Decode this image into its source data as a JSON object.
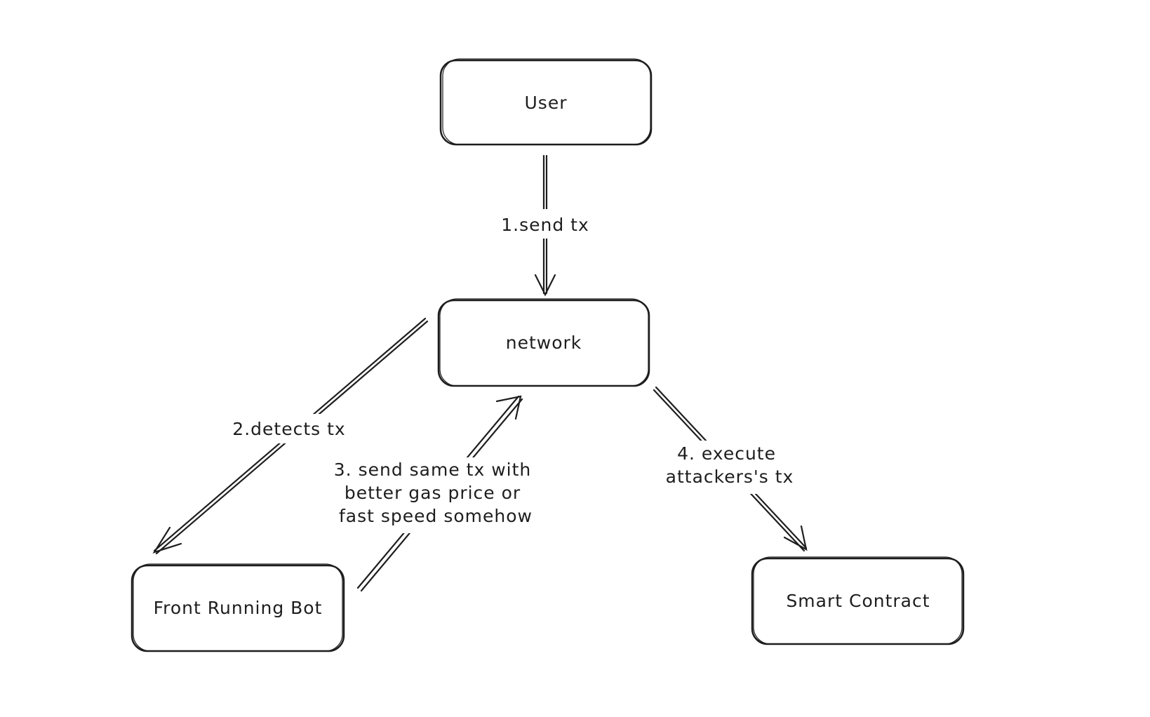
{
  "nodes": {
    "user": {
      "label": "User"
    },
    "network": {
      "label": "network"
    },
    "bot": {
      "label": "Front Running Bot"
    },
    "contract": {
      "label": "Smart Contract"
    }
  },
  "edges": {
    "send_tx": {
      "label": "1.send tx"
    },
    "detects_tx": {
      "label": "2.detects tx"
    },
    "send_same_tx": {
      "label_lines": [
        "3. send same tx with",
        "better gas price or",
        "fast speed somehow"
      ]
    },
    "execute": {
      "label_lines": [
        "4. execute",
        "attackers's tx"
      ]
    }
  },
  "colors": {
    "stroke": "#1e1e1e",
    "background": "#ffffff"
  }
}
